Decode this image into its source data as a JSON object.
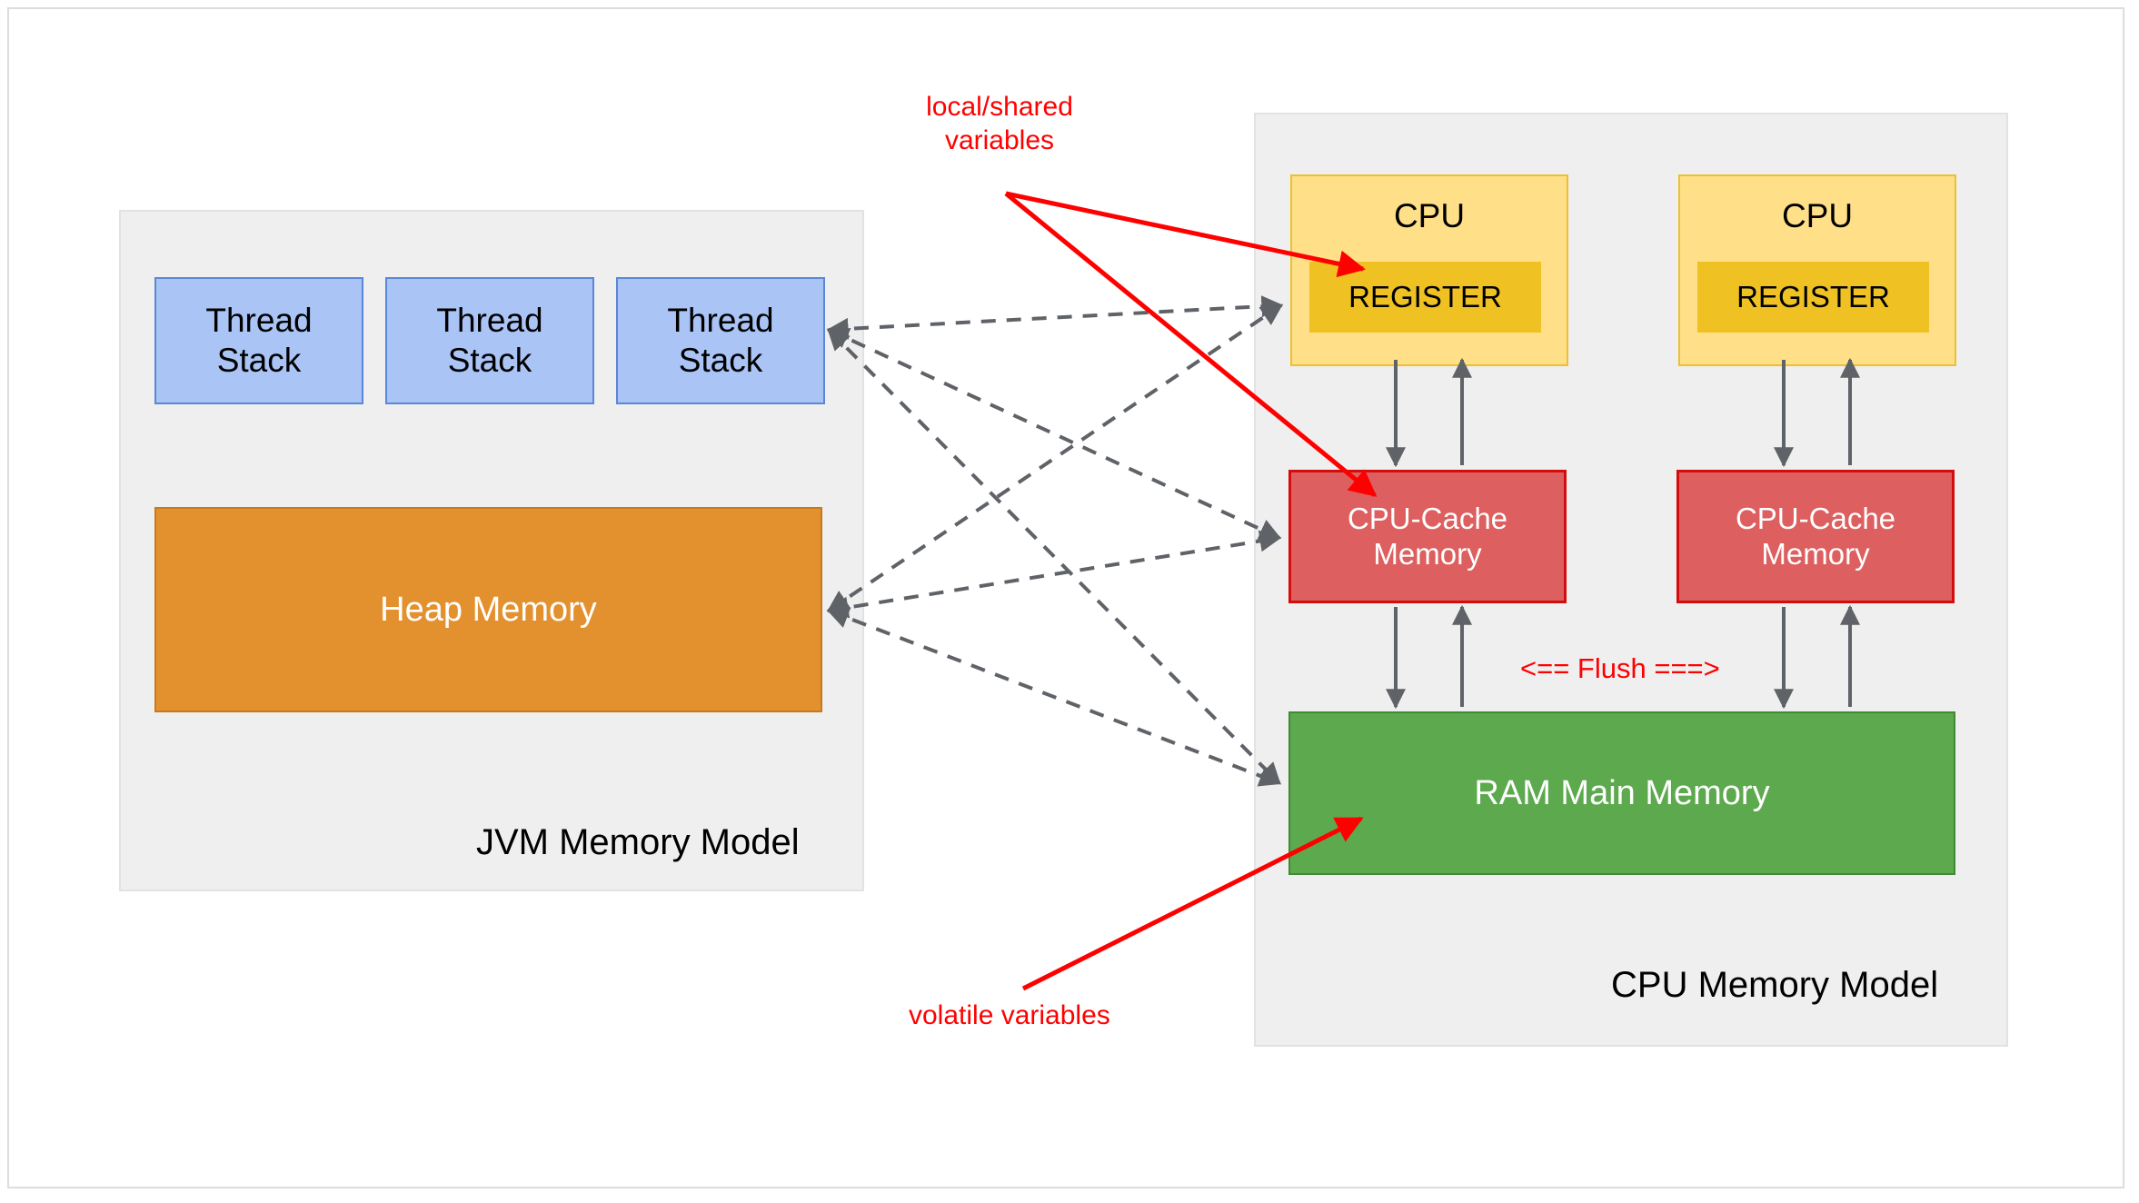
{
  "diagram": {
    "title_jvm": "JVM Memory Model",
    "title_cpu": "CPU Memory Model",
    "jvm": {
      "label": "JVM Memory Model",
      "thread_stacks": [
        {
          "label": "Thread\nStack"
        },
        {
          "label": "Thread\nStack"
        },
        {
          "label": "Thread\nStack"
        }
      ],
      "heap": {
        "label": "Heap Memory"
      }
    },
    "cpu_model": {
      "label": "CPU Memory Model",
      "cpus": [
        {
          "label": "CPU",
          "register": "REGISTER",
          "cache": "CPU-Cache\nMemory"
        },
        {
          "label": "CPU",
          "register": "REGISTER",
          "cache": "CPU-Cache\nMemory"
        }
      ],
      "ram": {
        "label": "RAM Main Memory"
      },
      "flush": "<== Flush ===>"
    },
    "annotations": {
      "local_shared": "local/shared\nvariables",
      "volatile": "volatile variables"
    },
    "colors": {
      "panel_bg": "#efefef",
      "panel_border": "#e2e2e2",
      "thread_fill": "#a9c4f5",
      "thread_border": "#5b87d8",
      "heap_fill": "#e3912f",
      "heap_border": "#c8791c",
      "cpu_fill": "#ffe089",
      "cpu_border": "#eec02d",
      "register_fill": "#efc122",
      "cache_fill": "#dd5f5f",
      "cache_border": "#d40c0c",
      "ram_fill": "#5da94e",
      "ram_border": "#3f8a33",
      "annotation_red": "#ff0000",
      "connector_gray": "#5f6368"
    }
  }
}
